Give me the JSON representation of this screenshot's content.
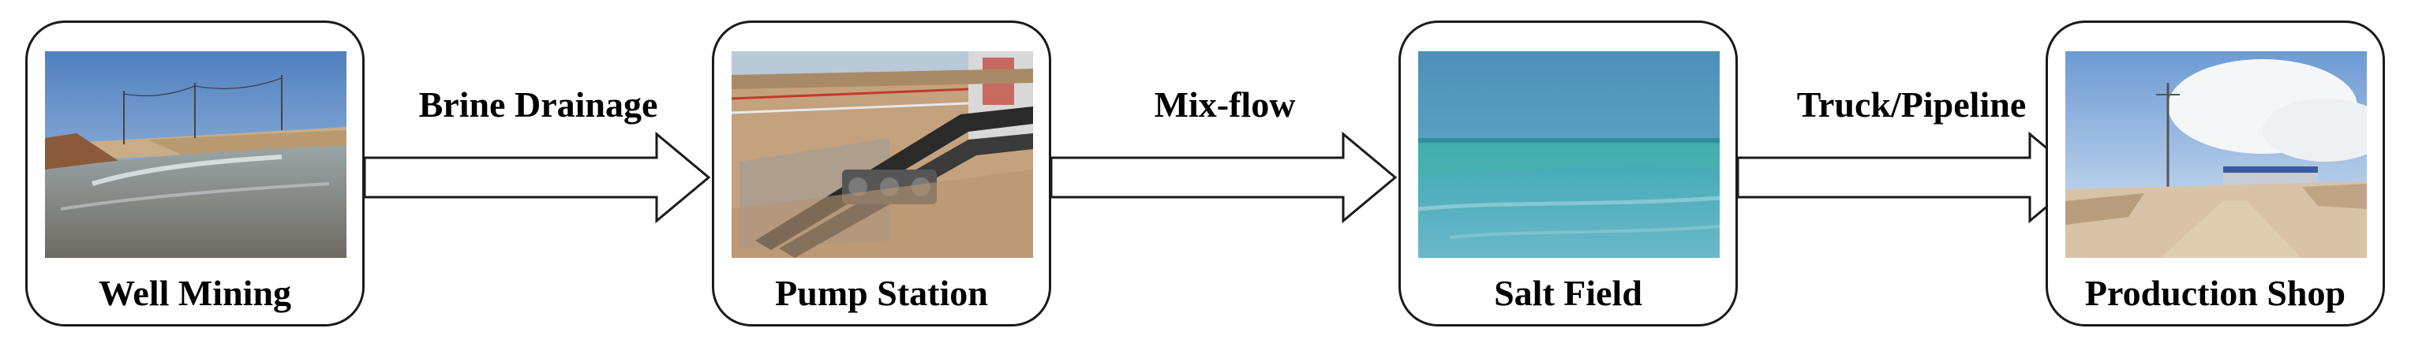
{
  "diagram": {
    "nodes": [
      {
        "id": "well-mining",
        "label": "Well Mining",
        "photo": "brine-canal-photo"
      },
      {
        "id": "pump-station",
        "label": "Pump Station",
        "photo": "pump-pipeline-photo"
      },
      {
        "id": "salt-field",
        "label": "Salt Field",
        "photo": "salt-pond-photo"
      },
      {
        "id": "production-shop",
        "label": "Production Shop",
        "photo": "factory-site-photo"
      }
    ],
    "edges": [
      {
        "from": "well-mining",
        "to": "pump-station",
        "label": "Brine Drainage"
      },
      {
        "from": "pump-station",
        "to": "salt-field",
        "label": "Mix-flow"
      },
      {
        "from": "salt-field",
        "to": "production-shop",
        "label": "Truck/Pipeline"
      }
    ],
    "colors": {
      "border": "#1a1a1a",
      "arrow_fill": "#ffffff",
      "text": "#000000"
    }
  }
}
